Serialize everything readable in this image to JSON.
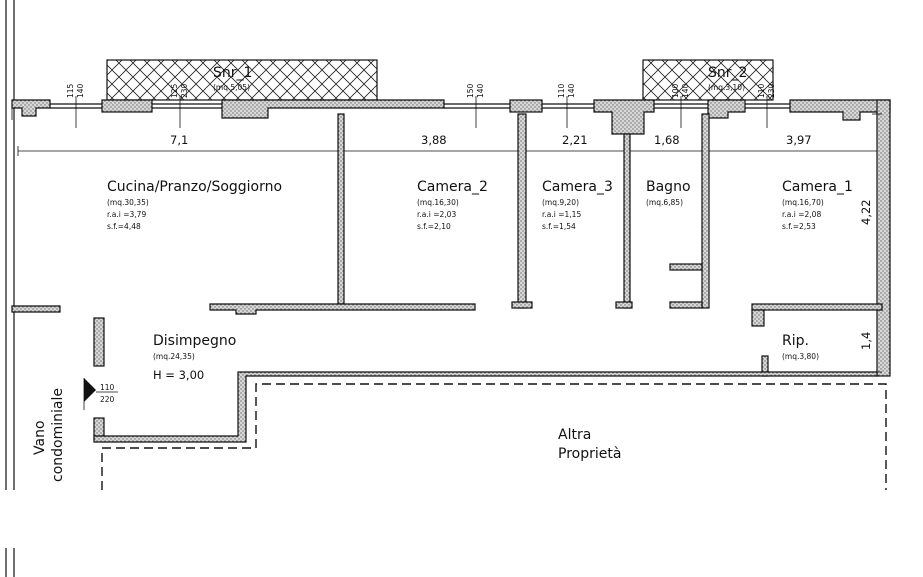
{
  "rooms": {
    "cucina": {
      "name": "Cucina/Pranzo/Soggiorno",
      "area": "(mq.30,35)",
      "rai": "r.a.i =3,79",
      "sf": "s.f.=4,48"
    },
    "camera2": {
      "name": "Camera_2",
      "area": "(mq.16,30)",
      "rai": "r.a.i =2,03",
      "sf": "s.f.=2,10"
    },
    "camera3": {
      "name": "Camera_3",
      "area": "(mq.9,20)",
      "rai": "r.a.i =1,15",
      "sf": "s.f.=1,54"
    },
    "bagno": {
      "name": "Bagno",
      "area": "(mq.6,85)"
    },
    "camera1": {
      "name": "Camera_1",
      "area": "(mq.16,70)",
      "rai": "r.a.i =2,08",
      "sf": "s.f.=2,53"
    },
    "disimpegno": {
      "name": "Disimpegno",
      "area": "(mq.24,35)",
      "height": "H = 3,00"
    },
    "rip": {
      "name": "Rip.",
      "area": "(mq.3,80)"
    }
  },
  "terraces": {
    "snr1": {
      "name": "Snr_1",
      "area": "(mq.5,05)"
    },
    "snr2": {
      "name": "Snr_2",
      "area": "(mq.3,10)"
    }
  },
  "dimensions": {
    "cucina_width": "7,1",
    "camera2_width": "3,88",
    "camera3_width": "2,21",
    "bagno_width": "1,68",
    "camera1_width": "3,97",
    "depth": "4,22",
    "rip_depth": "1,4"
  },
  "windows": {
    "w1": {
      "top": "115",
      "bottom": "140"
    },
    "w2": {
      "top": "125",
      "bottom": "230"
    },
    "w3": {
      "top": "150",
      "bottom": "140"
    },
    "w4": {
      "top": "110",
      "bottom": "140"
    },
    "w5": {
      "top": "100",
      "bottom": "140"
    },
    "w6": {
      "top": "110",
      "bottom": "230"
    }
  },
  "entrance": {
    "top": "110",
    "bottom": "220"
  },
  "labels": {
    "vano_line1": "Vano",
    "vano_line2": "condominiale",
    "altra_line1": "Altra",
    "altra_line2": "Proprietà"
  }
}
